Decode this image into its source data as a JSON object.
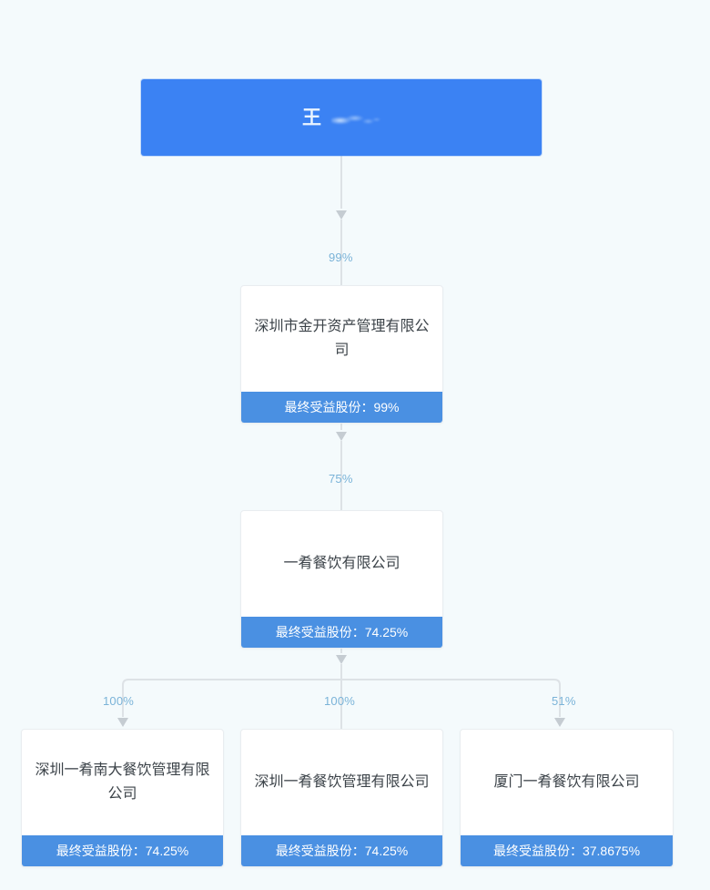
{
  "diagram": {
    "type": "ownership-hierarchy-tree",
    "background_color": "#f4fafc",
    "accent_color": "#3b82f3",
    "footer_bar_color": "#4a90e2",
    "edge_label_color": "#7ab3d8",
    "connector_color": "#d8dee3"
  },
  "root": {
    "name": "王",
    "redacted_suffix": true,
    "name_full_visible": "王"
  },
  "nodes": [
    {
      "id": "jinkai",
      "title": "深圳市金开资产管理有限公司",
      "footer": "最终受益股份：99%",
      "benefit_share": "99%"
    },
    {
      "id": "yiyao",
      "title": "一肴餐饮有限公司",
      "footer": "最终受益股份：74.25%",
      "benefit_share": "74.25%"
    },
    {
      "id": "sz-nanda",
      "title": "深圳一肴南大餐饮管理有限公司",
      "footer": "最终受益股份：74.25%",
      "benefit_share": "74.25%"
    },
    {
      "id": "sz-yiyao",
      "title": "深圳一肴餐饮管理有限公司",
      "footer": "最终受益股份：74.25%",
      "benefit_share": "74.25%"
    },
    {
      "id": "xm-yiyao",
      "title": "厦门一肴餐饮有限公司",
      "footer": "最终受益股份：37.8675%",
      "benefit_share": "37.8675%"
    }
  ],
  "edges": [
    {
      "id": "e1",
      "from": "root",
      "to": "jinkai",
      "label": "99%"
    },
    {
      "id": "e2",
      "from": "jinkai",
      "to": "yiyao",
      "label": "75%"
    },
    {
      "id": "e3",
      "from": "yiyao",
      "to": "sz-nanda",
      "label": "100%"
    },
    {
      "id": "e4",
      "from": "yiyao",
      "to": "sz-yiyao",
      "label": "100%"
    },
    {
      "id": "e5",
      "from": "yiyao",
      "to": "xm-yiyao",
      "label": "51%"
    }
  ]
}
